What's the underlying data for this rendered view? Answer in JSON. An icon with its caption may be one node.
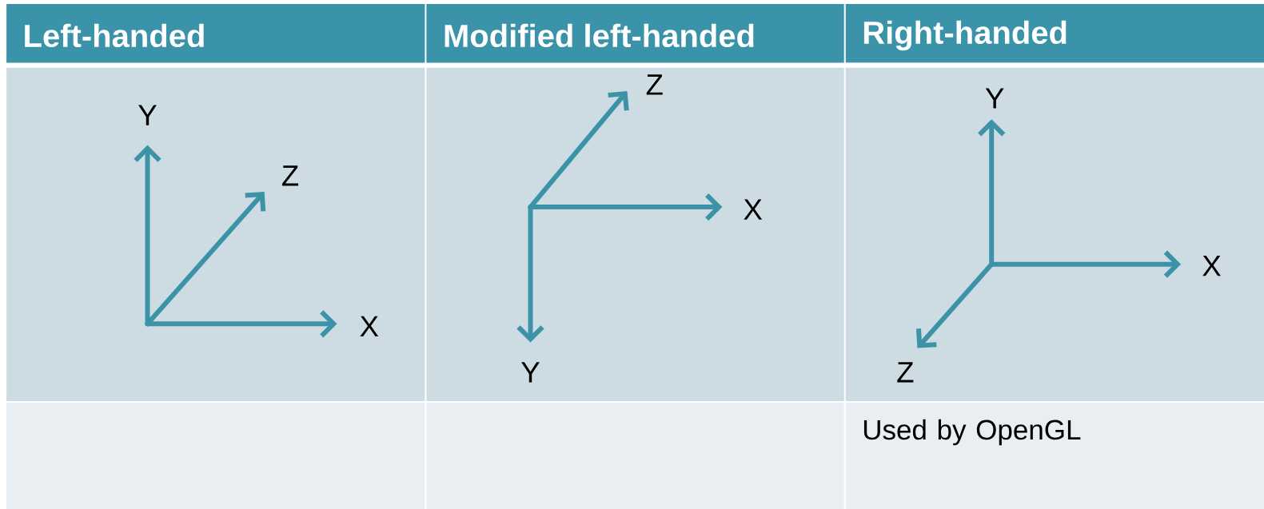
{
  "diagram": {
    "labels": [
      "Left-handed",
      "Modified left-handed",
      "Right-handed",
      "Y",
      "Z",
      "X",
      "Z",
      "X",
      "Y",
      "Y",
      "X",
      "Z",
      "Used by OpenGL"
    ]
  }
}
